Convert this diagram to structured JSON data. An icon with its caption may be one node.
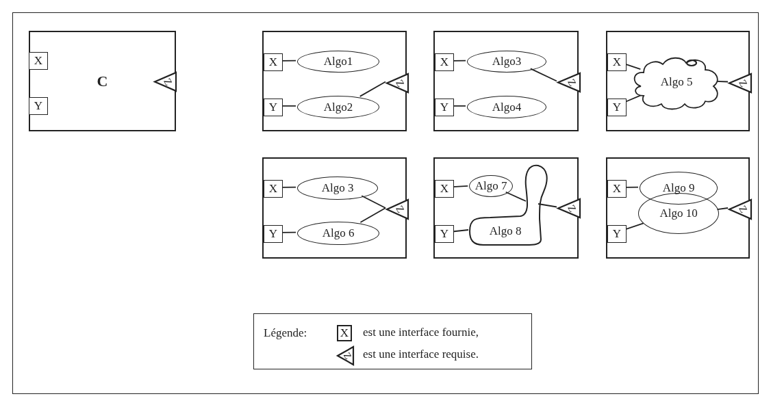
{
  "diagram": {
    "nodes": [
      {
        "text": [
          "C"
        ]
      },
      {
        "text": [
          "X"
        ],
        "in": 0
      },
      {
        "text": [
          "Y"
        ],
        "in": 0
      },
      {
        "text": [
          "Z"
        ],
        "in": 0
      },
      {
        "text": [],
        "shape": "box"
      },
      {
        "text": [
          "X"
        ],
        "in": 4
      },
      {
        "text": [
          "Y"
        ],
        "in": 4
      },
      {
        "text": [
          "Algo1"
        ],
        "in": 4
      },
      {
        "text": [
          "Algo2"
        ],
        "in": 4
      },
      {
        "text": [
          "Z"
        ],
        "in": 4
      },
      {
        "text": [],
        "shape": "box"
      },
      {
        "text": [
          "X"
        ],
        "in": 10
      },
      {
        "text": [
          "Y"
        ],
        "in": 10
      },
      {
        "text": [
          "Algo3"
        ],
        "in": 10
      },
      {
        "text": [
          "Algo4"
        ],
        "in": 10
      },
      {
        "text": [
          "Z"
        ],
        "in": 10
      },
      {
        "text": [],
        "shape": "box"
      },
      {
        "text": [
          "X"
        ],
        "in": 16
      },
      {
        "text": [
          "Y"
        ],
        "in": 16
      },
      {
        "text": [
          "Algo 5"
        ],
        "in": 16
      },
      {
        "text": [
          "Z"
        ],
        "in": 16
      },
      {
        "text": [],
        "shape": "box"
      },
      {
        "text": [
          "X"
        ],
        "in": 21
      },
      {
        "text": [
          "Y"
        ],
        "in": 21
      },
      {
        "text": [
          "Algo 3"
        ],
        "in": 21
      },
      {
        "text": [
          "Algo 6"
        ],
        "in": 21
      },
      {
        "text": [
          "Z"
        ],
        "in": 21
      },
      {
        "text": [],
        "shape": "box"
      },
      {
        "text": [
          "X"
        ],
        "in": 27
      },
      {
        "text": [
          "Y"
        ],
        "in": 27
      },
      {
        "text": [
          "Algo 7"
        ],
        "in": 27
      },
      {
        "text": [
          "Algo 8"
        ],
        "in": 27
      },
      {
        "text": [
          "Z"
        ],
        "in": 27
      },
      {
        "text": [],
        "shape": "box"
      },
      {
        "text": [
          "X"
        ],
        "in": 33
      },
      {
        "text": [
          "Y"
        ],
        "in": 33
      },
      {
        "text": [
          "Algo 9"
        ],
        "in": 33
      },
      {
        "text": [
          "Algo 10"
        ],
        "in": 33
      },
      {
        "text": [
          "Z"
        ],
        "in": 33
      }
    ],
    "edges": [
      {
        "from": 5,
        "to": 7,
        "arrow": "none"
      },
      {
        "from": 6,
        "to": 8,
        "arrow": "none"
      },
      {
        "from": 8,
        "to": 9,
        "arrow": "none"
      },
      {
        "from": 11,
        "to": 13,
        "arrow": "none"
      },
      {
        "from": 12,
        "to": 14,
        "arrow": "none"
      },
      {
        "from": 13,
        "to": 15,
        "arrow": "none"
      },
      {
        "from": 17,
        "to": 19,
        "arrow": "none"
      },
      {
        "from": 18,
        "to": 19,
        "arrow": "none"
      },
      {
        "from": 19,
        "to": 20,
        "arrow": "none"
      },
      {
        "from": 22,
        "to": 24,
        "arrow": "none"
      },
      {
        "from": 23,
        "to": 25,
        "arrow": "none"
      },
      {
        "from": 24,
        "to": 26,
        "arrow": "none"
      },
      {
        "from": 25,
        "to": 26,
        "arrow": "none"
      },
      {
        "from": 28,
        "to": 30,
        "arrow": "none"
      },
      {
        "from": 29,
        "to": 31,
        "arrow": "none"
      },
      {
        "from": 30,
        "to": 31,
        "arrow": "none"
      },
      {
        "from": 31,
        "to": 32,
        "arrow": "none"
      },
      {
        "from": 34,
        "to": 36,
        "arrow": "none"
      },
      {
        "from": 35,
        "to": 37,
        "arrow": "none"
      },
      {
        "from": 37,
        "to": 38,
        "arrow": "none"
      }
    ],
    "labels": [
      "Légende:",
      "X",
      "Z"
    ],
    "legend": [
      {
        "text": "est une interface fournie,"
      },
      {
        "text": "est une interface requise."
      }
    ]
  }
}
